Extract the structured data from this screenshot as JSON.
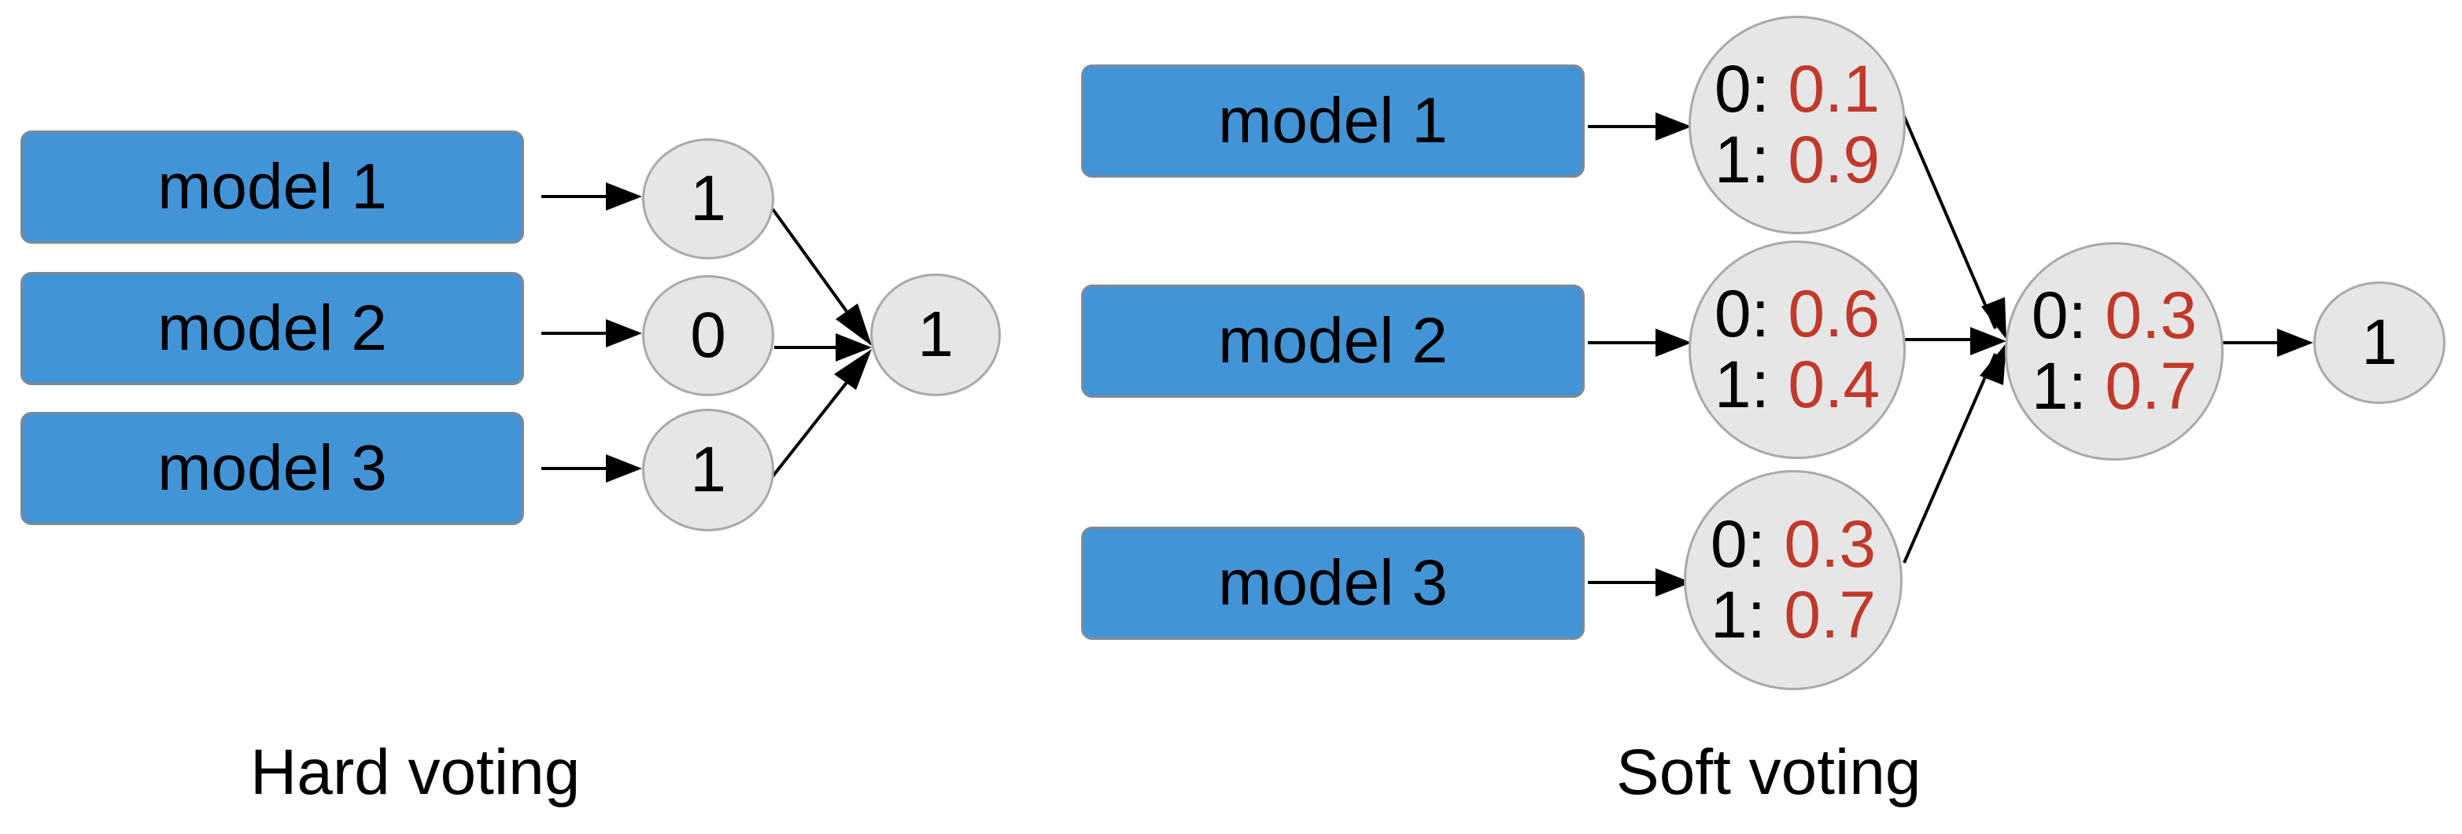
{
  "hard_voting": {
    "caption": "Hard voting",
    "models": [
      {
        "label": "model 1",
        "vote": "1"
      },
      {
        "label": "model 2",
        "vote": "0"
      },
      {
        "label": "model 3",
        "vote": "1"
      }
    ],
    "result": "1"
  },
  "soft_voting": {
    "caption": "Soft voting",
    "models": [
      {
        "label": "model 1",
        "p0_label": "0:",
        "p0": "0.1",
        "p1_label": "1:",
        "p1": "0.9"
      },
      {
        "label": "model 2",
        "p0_label": "0:",
        "p0": "0.6",
        "p1_label": "1:",
        "p1": "0.4"
      },
      {
        "label": "model 3",
        "p0_label": "0:",
        "p0": "0.3",
        "p1_label": "1:",
        "p1": "0.7"
      }
    ],
    "average": {
      "p0_label": "0:",
      "p0": "0.3",
      "p1_label": "1:",
      "p1": "0.7"
    },
    "result": "1"
  },
  "colors": {
    "model_box": "#4394d6",
    "node_fill": "#e6e6e6",
    "probability_text": "#c0392b"
  }
}
